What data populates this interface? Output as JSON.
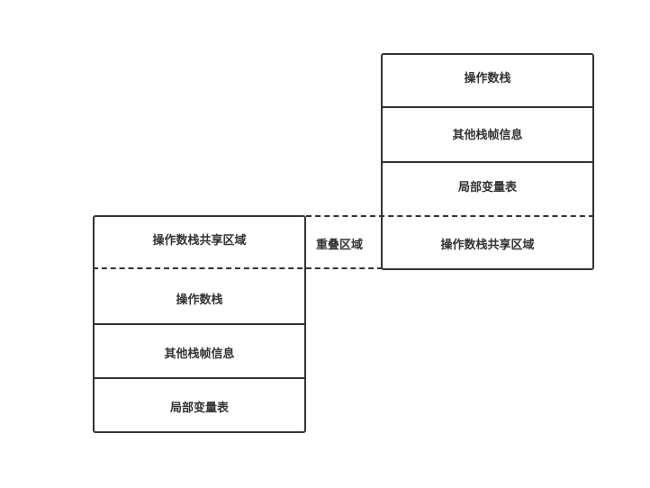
{
  "frame_right": {
    "cells": [
      "操作数栈",
      "其他栈帧信息",
      "局部变量表",
      "操作数栈共享区域"
    ]
  },
  "frame_left": {
    "cells": [
      "操作数栈共享区域",
      "操作数栈",
      "其他栈帧信息",
      "局部变量表"
    ]
  },
  "overlap_label": "重叠区域",
  "colors": {
    "stroke": "#333333",
    "text": "#333333",
    "background": "#ffffff"
  }
}
